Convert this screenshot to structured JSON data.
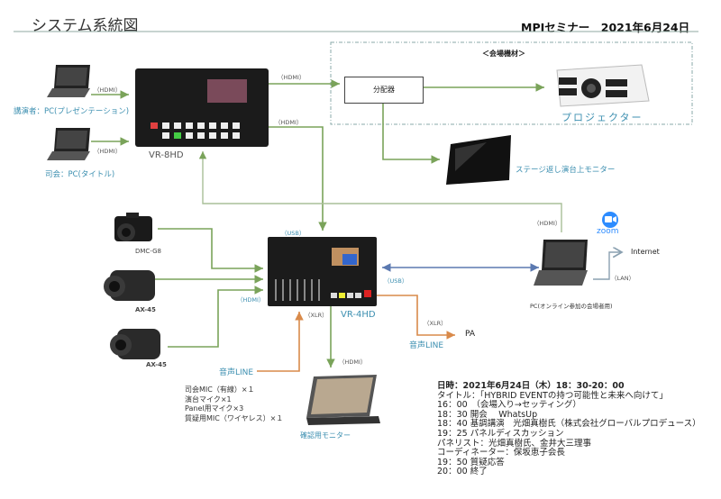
{
  "header": {
    "title": "システム系統図",
    "event": "MPIセミナー　2021年6月24日"
  },
  "venue_group": {
    "label": "＜会場機材＞"
  },
  "devices": {
    "splitter": "分配器",
    "projector": "プロジェクター",
    "stage_monitor": "ステージ返し演台上モニター",
    "vr8hd": "VR-8HD",
    "vr4hd": "VR-4HD",
    "pc_presenter": "講演者：PC(プレゼンテーション)",
    "pc_mc": "司会：PC(タイトル)",
    "cam1": "DMC-G8",
    "cam2": "AX-45",
    "cam3": "AX-45",
    "check_monitor": "確認用モニター",
    "pc_online": "PC(オンライン参加の会場者用)",
    "zoom": "zoom",
    "internet": "Internet",
    "pa": "PA"
  },
  "connections": {
    "hdmi": "（HDMI）",
    "usb": "（USB）",
    "xlr": "（XLR）",
    "lan": "（LAN）",
    "audio_line": "音声LINE"
  },
  "mics": [
    "司会MIC（有線）×１",
    "演台マイク×1",
    "Panel用マイク×3",
    "質疑用MIC（ワイヤレス）×１"
  ],
  "schedule": [
    "日時：2021年6月24日（木）18：30-20：00",
    "タイトル：「HYBRID EVENTの持つ可能性と未来へ向けて」",
    "16：00　（会場入り→セッティング）",
    "18：30 開会　 WhatsUp",
    "18：40 基調講演　光畑真樹氏（株式会社グローバルプロデュース）",
    "19：25 パネルディスカッション",
    "パネリスト：光畑真樹氏、金井大三理事",
    "コーディネーター：保坂恵子会長",
    "19：50 質疑応答",
    "20：00 終了"
  ],
  "colors": {
    "video": "#7aa35a",
    "audio": "#d98a4a",
    "usb": "#5b79b0",
    "lan": "#8aa0b0",
    "label": "#3c8fb0"
  }
}
